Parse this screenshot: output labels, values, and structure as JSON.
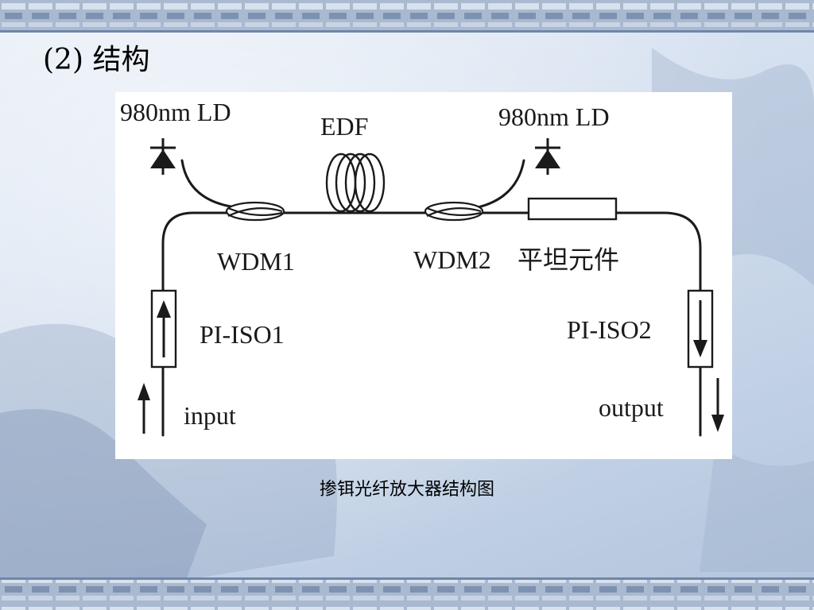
{
  "slide": {
    "title": "(2) 结构",
    "caption": "掺铒光纤放大器结构图"
  },
  "diagram": {
    "pump_left_label": "980nm LD",
    "pump_right_label": "980nm LD",
    "edf_label": "EDF",
    "wdm1_label": "WDM1",
    "wdm2_label": "WDM2",
    "flat_label": "平坦元件",
    "iso1_label": "PI-ISO1",
    "iso2_label": "PI-ISO2",
    "input_label": "input",
    "output_label": "output"
  },
  "colors": {
    "stroke": "#1a1a1a",
    "border_band": "#8fa4c0"
  }
}
